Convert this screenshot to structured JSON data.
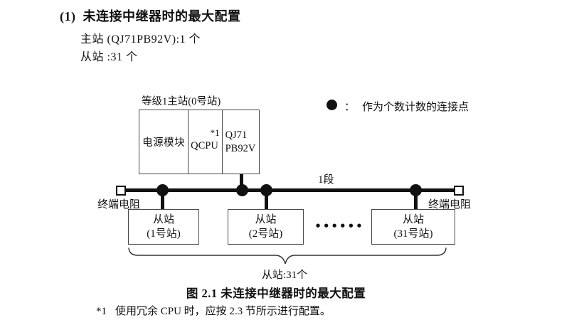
{
  "title_block": {
    "heading_num": "(1)",
    "heading_text": "未连接中继器时的最大配置",
    "master_line": "主站 (QJ71PB92V):1 个",
    "slave_line": "从站 :31 个"
  },
  "legend": {
    "colon": "：",
    "label": "作为个数计数的连接点"
  },
  "diagram": {
    "master_station": {
      "label": "等级1主站(0号站)",
      "power_module": "电源模块",
      "cpu": "QCPU",
      "cpu_note": "*1",
      "pb_module_line1": "QJ71",
      "pb_module_line2": "PB92V"
    },
    "bus": {
      "segment_label": "1段",
      "terminator_left": "终端电阻",
      "terminator_right": "终端电阻"
    },
    "slaves": [
      {
        "line1": "从站",
        "line2": "(1号站)"
      },
      {
        "line1": "从站",
        "line2": "(2号站)"
      },
      {
        "line1": "从站",
        "line2": "(31号站)"
      }
    ],
    "ellipsis": "••••••",
    "brace_label": "从站:31个"
  },
  "caption": "图 2.1 未连接中继器时的最大配置",
  "footnote": {
    "marker": "*1",
    "text": "使用冗余 CPU 时，应按 2.3 节所示进行配置。"
  },
  "colors": {
    "line": "#111111",
    "box_border": "#4a4a4a",
    "background": "#ffffff"
  }
}
